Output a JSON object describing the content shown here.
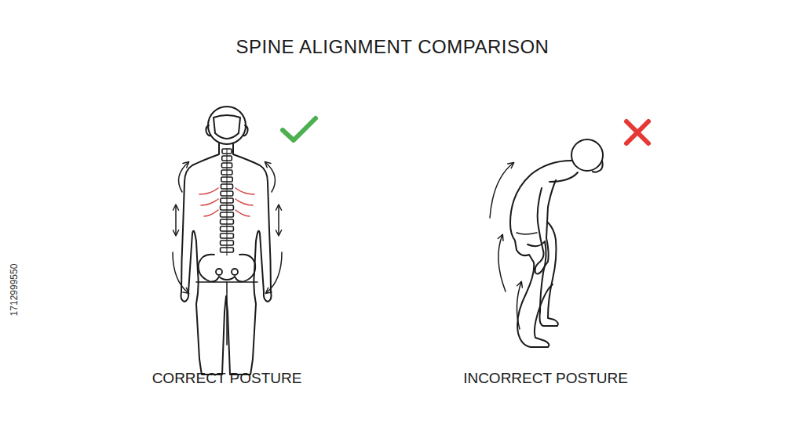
{
  "diagram": {
    "title": "SPINE ALIGNMENT COMPARISON",
    "labels": [
      "CORRECT POSTURE",
      "INCORRECT POSTURE",
      "1712999550"
    ]
  }
}
